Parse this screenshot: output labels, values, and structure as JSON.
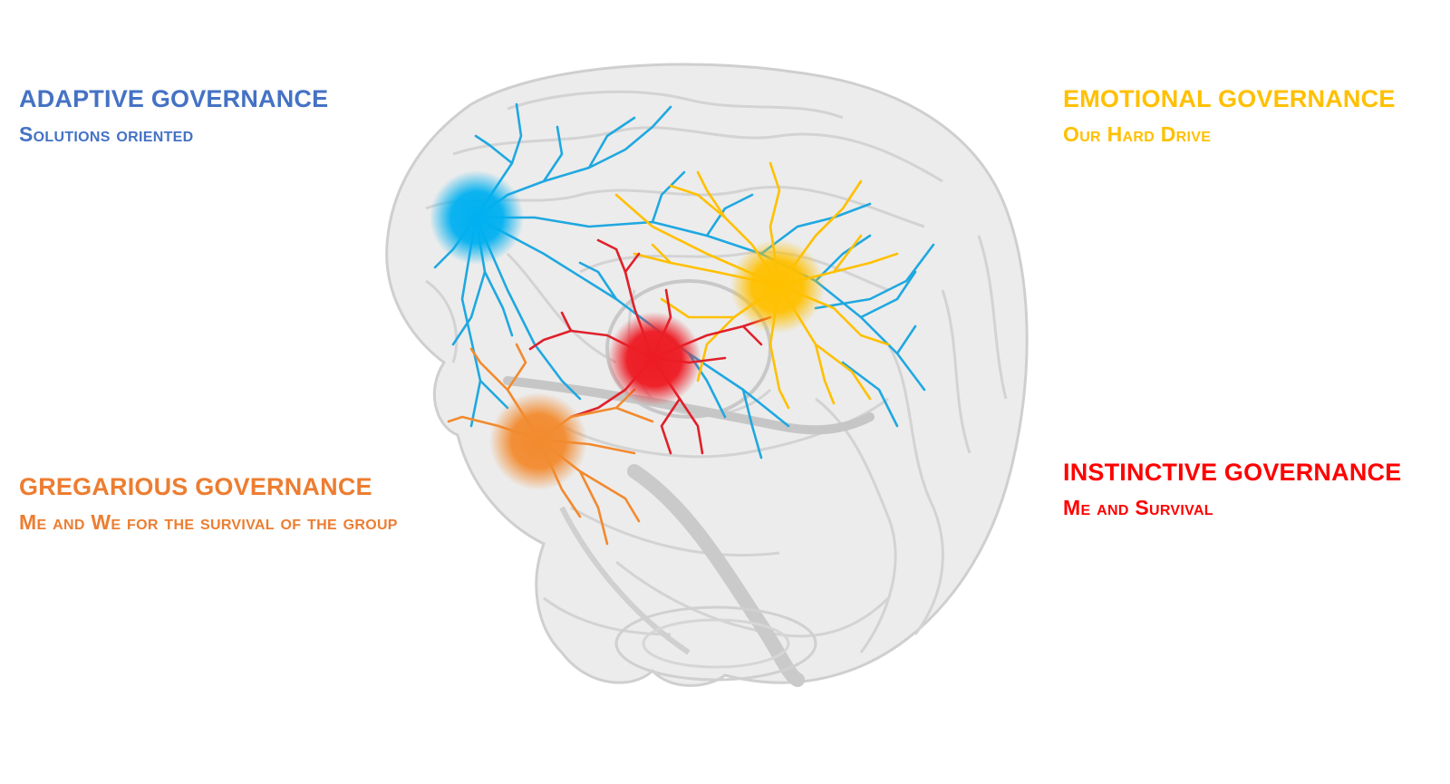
{
  "labels": {
    "adaptive": {
      "title": "ADAPTIVE GOVERNANCE",
      "subtitle": "Solutions oriented",
      "color": "#4472C4"
    },
    "emotional": {
      "title": "EMOTIONAL GOVERNANCE",
      "subtitle": "Our Hard Drive",
      "color": "#FFC000"
    },
    "gregarious": {
      "title": "GREGARIOUS GOVERNANCE",
      "subtitle": "Me and We for the survival of the group",
      "color": "#ED7D31"
    },
    "instinctive": {
      "title": "INSTINCTIVE GOVERNANCE",
      "subtitle": "Me and Survival",
      "color": "#FF0000"
    }
  },
  "nodes": {
    "adaptive": {
      "color": "#00B0F0"
    },
    "emotional": {
      "color": "#FFC000"
    },
    "gregarious": {
      "color": "#F28A2E"
    },
    "instinctive": {
      "color": "#ED1C24"
    }
  }
}
